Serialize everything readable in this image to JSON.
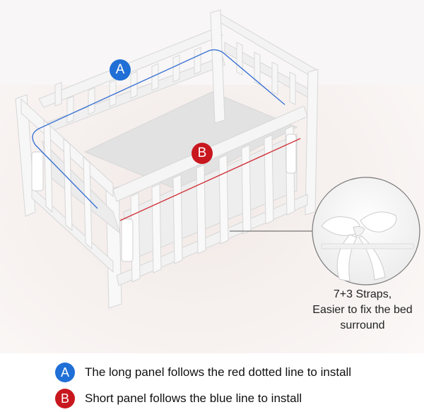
{
  "badges": {
    "a": "A",
    "b": "B"
  },
  "colors": {
    "a_badge": "#1f6fd6",
    "b_badge": "#c8171e",
    "blue_line": "#3b73d4",
    "red_line": "#d2333a"
  },
  "callout": {
    "line1": "7+3 Straps,",
    "line2": "Easier to fix the bed",
    "line3": "surround"
  },
  "legend": [
    {
      "badge": "A",
      "text": "The long panel follows the red dotted line to install"
    },
    {
      "badge": "B",
      "text": "Short panel follows the blue line to install"
    }
  ]
}
